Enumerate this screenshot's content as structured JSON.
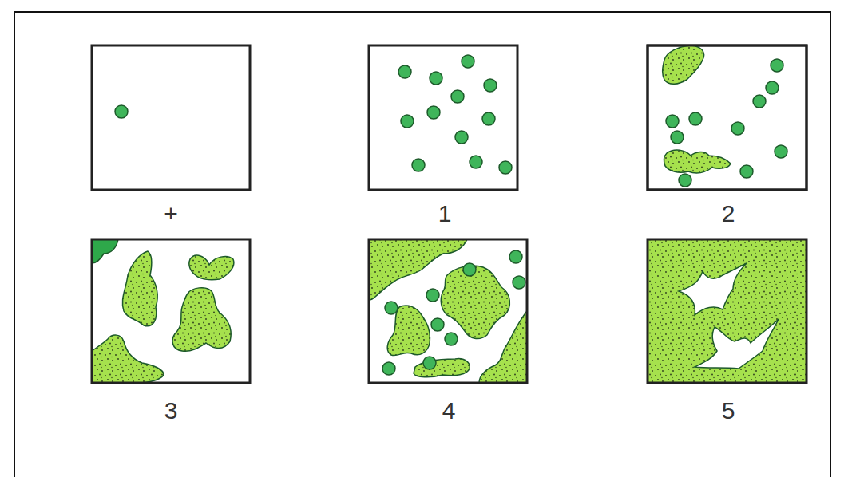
{
  "diagram": {
    "labels": [
      "+",
      "1",
      "2",
      "3",
      "4",
      "5"
    ]
  }
}
